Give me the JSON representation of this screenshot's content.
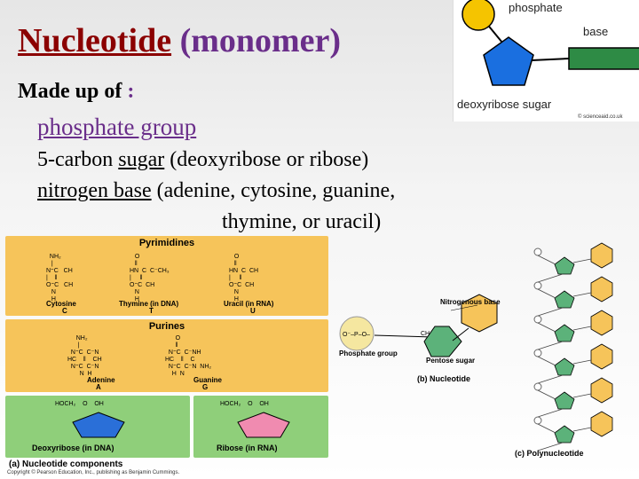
{
  "title": {
    "main": "Nucleotide",
    "sub": "(monomer)"
  },
  "body": {
    "made_up_of": "Made up of",
    "colon": ":",
    "item1": "phosphate group",
    "item2_prefix": "5-carbon",
    "item2_key": "sugar",
    "item2_suffix": "(deoxyribose or ribose)",
    "item3_key": "nitrogen base",
    "item3_suffix": "(adenine, cytosine, guanine,",
    "item3_cont": "thymine, or uracil)"
  },
  "diagram_top": {
    "phosphate": "phosphate",
    "base": "base",
    "sugar": "deoxyribose sugar",
    "credit": "© scienceaid.co.uk",
    "colors": {
      "phosphate": "#f5c400",
      "sugar": "#1a6fe0",
      "base": "#2e8b45"
    }
  },
  "figure": {
    "pyrimidines_title": "Pyrimidines",
    "purines_title": "Purines",
    "cytosine": "Cytosine",
    "cytosine_abbr": "C",
    "thymine": "Thymine (in DNA)",
    "thymine_abbr": "T",
    "uracil": "Uracil (in RNA)",
    "uracil_abbr": "U",
    "adenine": "Adenine",
    "adenine_abbr": "A",
    "guanine": "Guanine",
    "guanine_abbr": "G",
    "deoxyribose": "Deoxyribose (in DNA)",
    "ribose": "Ribose (in RNA)",
    "caption_a": "(a) Nucleotide components",
    "caption_b": "(b) Nucleotide",
    "caption_c": "(c) Polynucleotide",
    "nitrogenous_base": "Nitrogenous base",
    "phosphate_group": "Phosphate group",
    "pentose_sugar": "Pentose sugar",
    "copyright": "Copyright © Pearson Education, Inc., publishing as Benjamin Cummings."
  }
}
